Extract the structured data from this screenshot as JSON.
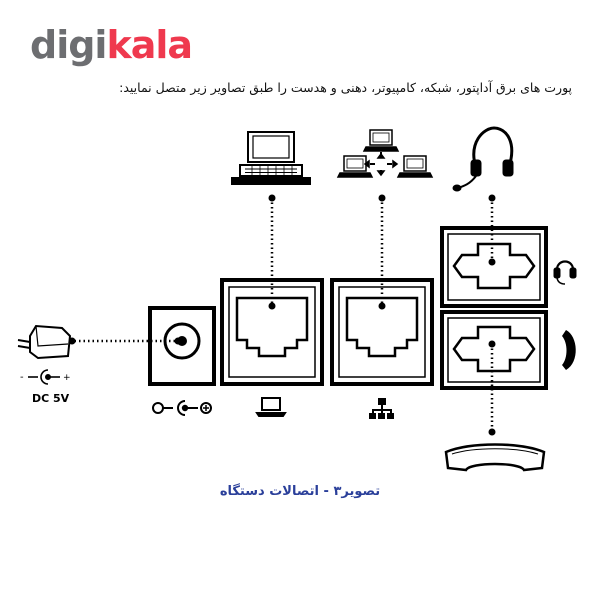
{
  "logo": {
    "part1": "digi",
    "part2": "kala"
  },
  "instruction": "پورت های برق آداپتور، شبکه، کامپیوتر، دهنی و هدست را طبق تصاویر زیر متصل نمایید:",
  "caption": "تصویر۳ - اتصالات دستگاه",
  "dc_label": "DC 5V",
  "colors": {
    "brand_red": "#ef394e",
    "brand_gray": "#6d6e71",
    "caption_blue": "#2a3f9a"
  },
  "icons": [
    "pc-icon",
    "network-icon",
    "headset-icon",
    "adapter-icon",
    "dc-polarity-icon",
    "laptop-icon",
    "lan-icon",
    "handset-icon"
  ]
}
